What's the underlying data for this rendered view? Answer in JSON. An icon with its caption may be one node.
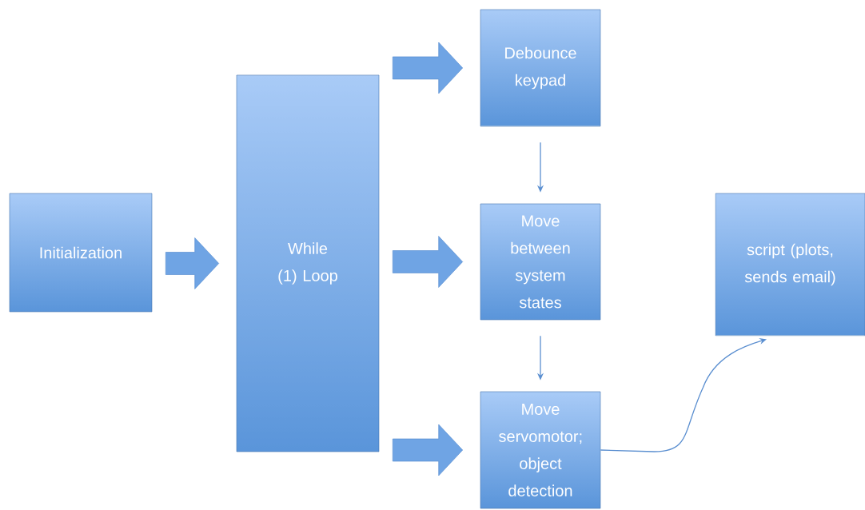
{
  "diagram": {
    "nodes": [
      {
        "text": [
          "Initialization"
        ]
      },
      {
        "text": [
          "While (1) Loop"
        ]
      },
      {
        "text": [
          "Debounce keypad"
        ]
      },
      {
        "text": [
          "Move between system states"
        ]
      },
      {
        "text": [
          "Move servomotor; object detection"
        ]
      },
      {
        "text": [
          "script (plots, sends email)"
        ]
      }
    ],
    "edges": [
      {
        "from": 0,
        "to": 1,
        "arrow": "to",
        "style": "thick"
      },
      {
        "from": 1,
        "to": 2,
        "arrow": "to",
        "style": "thick"
      },
      {
        "from": 1,
        "to": 3,
        "arrow": "to",
        "style": "thick"
      },
      {
        "from": 1,
        "to": 4,
        "arrow": "to",
        "style": "thick"
      },
      {
        "from": 2,
        "to": 3,
        "arrow": "to"
      },
      {
        "from": 3,
        "to": 4,
        "arrow": "to"
      },
      {
        "from": 4,
        "to": 5,
        "arrow": "to"
      }
    ]
  }
}
